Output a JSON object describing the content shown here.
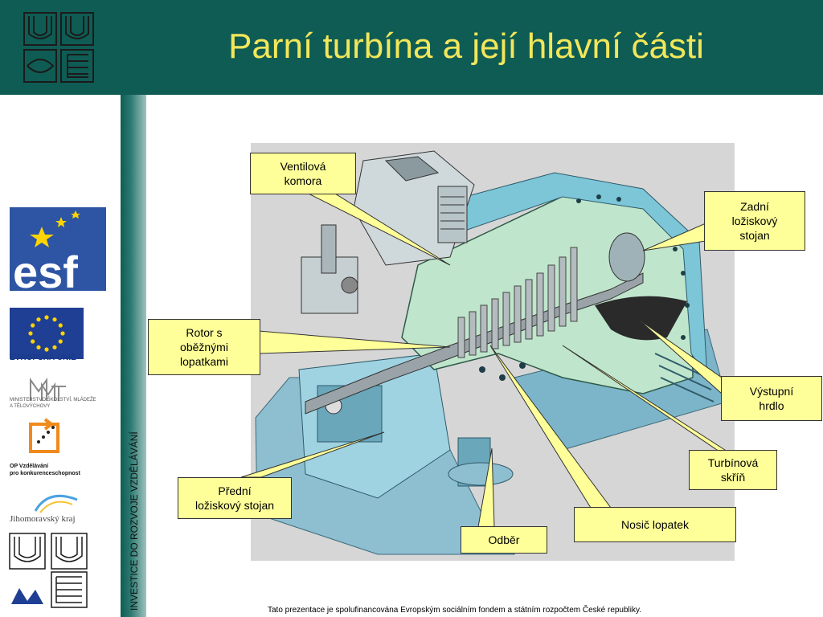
{
  "title": "Parní turbína a její hlavní části",
  "sidebar_vertical_text": "INVESTICE DO ROZVOJE VZDĚLÁVÁNÍ",
  "logos": {
    "esf": "esf",
    "eu": "EVROPSKÁ UNIE",
    "msmt": "MINISTERSTVO ŠKOLSTVÍ, MLÁDEŽE A TĚLOVÝCHOVY",
    "op_line1": "OP Vzdělávání",
    "op_line2": "pro konkurenceschopnost",
    "jmk": "Jihomoravský kraj"
  },
  "labels": {
    "ventilova_l1": "Ventilová",
    "ventilova_l2": "komora",
    "zadni_l1": "Zadní",
    "zadni_l2": "ložiskový",
    "zadni_l3": "stojan",
    "rotor_l1": "Rotor s",
    "rotor_l2": "oběžnými",
    "rotor_l3": "lopatkami",
    "vystupni_l1": "Výstupní",
    "vystupni_l2": "hrdlo",
    "turbinova_l1": "Turbínová",
    "turbinova_l2": "skříň",
    "predni_l1": "Přední",
    "predni_l2": "ložiskový stojan",
    "nosic": "Nosič lopatek",
    "odber": "Odběr"
  },
  "footer": "Tato prezentace je spolufinancována Evropským sociálním fondem a státním rozpočtem České republiky.",
  "colors": {
    "header": "#0f5c54",
    "title": "#f2e75a",
    "callout": "#ffff99",
    "turbine_green": "#bfe6cc",
    "turbine_blue": "#7cc6d8"
  }
}
